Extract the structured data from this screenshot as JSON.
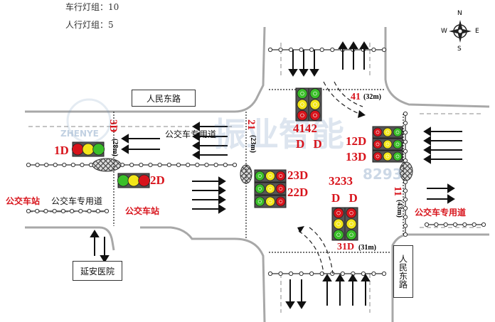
{
  "legend": {
    "vehicle_groups": "车行灯组：10",
    "ped_groups": "人行灯组：5"
  },
  "compass": {
    "n": "N",
    "s": "S",
    "e": "E",
    "w": "W"
  },
  "roads": {
    "north_name": "人民东路",
    "east_name": "人民东路",
    "hospital": "延安医院"
  },
  "labels": {
    "bus_lane": "公交车专用道",
    "bus_stop": "公交车站"
  },
  "signals": {
    "s1": "1D",
    "s2": "2D",
    "s3": "3D",
    "s3_dist": "(28m)",
    "s21": "21",
    "s21_dist": "(23m)",
    "s41": "41",
    "s41_dist": "(32m)",
    "s4142_a": "4142",
    "s4142_b": "D D",
    "s12": "12D",
    "s13": "13D",
    "s23": "23D",
    "s22": "22D",
    "s3233_a": "3233",
    "s3233_b": "D D",
    "s11": "11",
    "s11_dist": "(43m)",
    "s31": "31D",
    "s31_dist": "(31m)"
  },
  "watermark": {
    "brand": "ZHENYE",
    "phone": "8293"
  },
  "colors": {
    "red": "#d8141c",
    "yellow": "#f2e61a",
    "green": "#3bbf2a",
    "road_edge": "#9a9a9a",
    "label_red": "#d8141c"
  }
}
